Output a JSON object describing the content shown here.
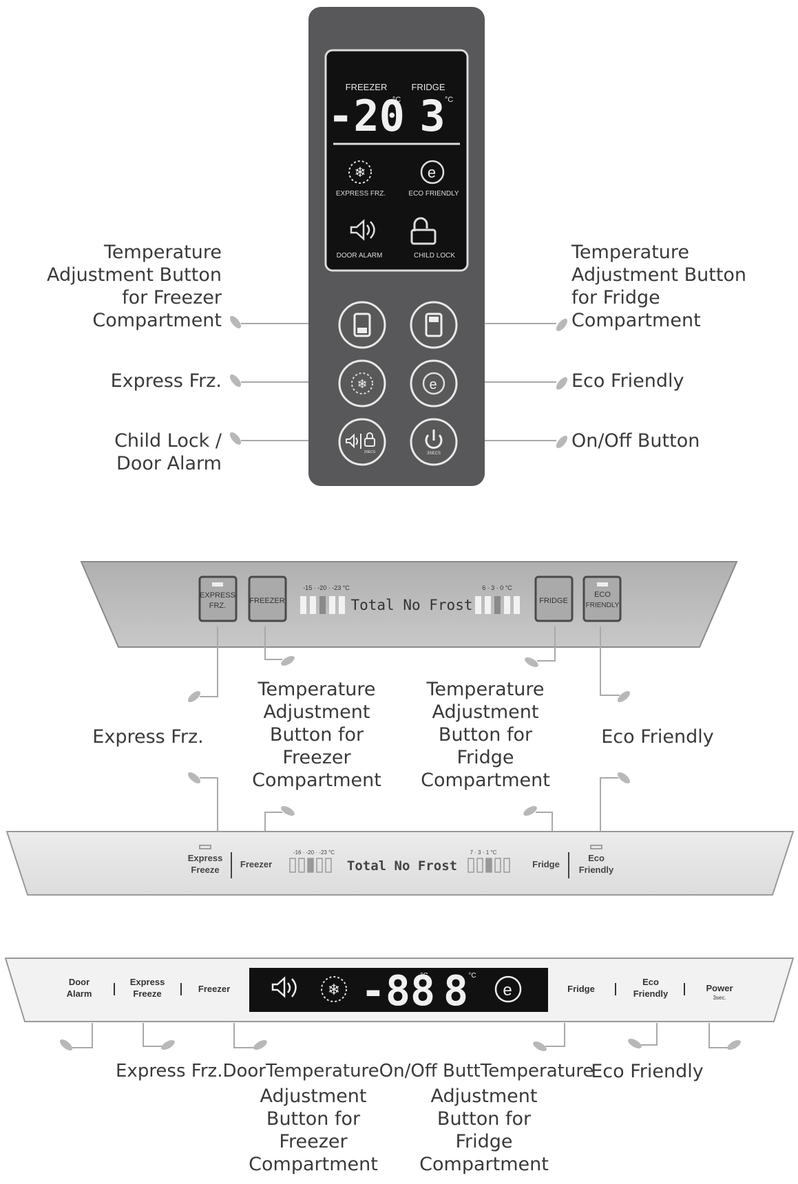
{
  "panel1": {
    "display": {
      "freezer_label": "FREEZER",
      "fridge_label": "FRIDGE",
      "freezer_temp": "-20",
      "fridge_temp": "3",
      "unit": "°C",
      "express_label": "EXPRESS FRZ.",
      "eco_label": "ECO FRIENDLY",
      "door_alarm_label": "DOOR ALARM",
      "child_lock_label": "CHILD LOCK",
      "button_sub_text": "3SECS"
    },
    "callouts": {
      "freezer_temp": [
        "Temperature",
        "Adjustment Button",
        "for Freezer",
        "Compartment"
      ],
      "express": "Express Frz.",
      "childlock": [
        "Child Lock /",
        "Door Alarm"
      ],
      "fridge_temp": [
        "Temperature",
        "Adjustment Button",
        "for Fridge",
        "Compartment"
      ],
      "eco": "Eco Friendly",
      "onoff": "On/Off Button"
    }
  },
  "panel2": {
    "express_btn": [
      "EXPRESS",
      "FRZ."
    ],
    "freezer_btn": "FREEZER",
    "fridge_btn": "FRIDGE",
    "eco_btn": [
      "ECO",
      "FRIENDLY"
    ],
    "freezer_scale": "-15 · -20 · -23 °C",
    "fridge_scale": "6 · 3 · 0 °C",
    "brand": "Total No Frost"
  },
  "middle_callouts": {
    "express": "Express Frz.",
    "freezer_temp": [
      "Temperature",
      "Adjustment",
      "Button for",
      "Freezer",
      "Compartment"
    ],
    "fridge_temp": [
      "Temperature",
      "Adjustment",
      "Button for",
      "Fridge",
      "Compartment"
    ],
    "eco": "Eco Friendly"
  },
  "panel3": {
    "express": [
      "Express",
      "Freeze"
    ],
    "freezer": "Freezer",
    "freezer_scale": "-16 · -20 · -23 °C",
    "brand": "Total No Frost",
    "fridge_scale": "7 · 3 · 1 °C",
    "fridge": "Fridge",
    "eco": [
      "Eco",
      "Friendly"
    ]
  },
  "panel4": {
    "door_alarm": [
      "Door",
      "Alarm"
    ],
    "express": [
      "Express",
      "Freeze"
    ],
    "freezer": "Freezer",
    "freezer_digits": "-88",
    "fridge_digit": "8",
    "unit": "°C",
    "fridge": "Fridge",
    "eco": [
      "Eco",
      "Friendly"
    ],
    "power": "Power",
    "power_sub": "3sec."
  },
  "bottom_callouts": {
    "overlap_line": "Express Frz.DoorTemperatureOn/Off ButtTemperature",
    "left_temp_rest": [
      "Adjustment",
      "Button for",
      "Freezer",
      "Compartment"
    ],
    "right_temp_rest": [
      "Adjustment",
      "Button for",
      "Fridge",
      "Compartment"
    ],
    "eco": "Eco Friendly"
  },
  "colors": {
    "panel_dark": "#58585a",
    "display_black": "#111111",
    "panel_grey": "#bcbcbc",
    "panel_light": "#e6e6e6",
    "leader": "#a9a9a9",
    "text": "#3a3a3a"
  }
}
